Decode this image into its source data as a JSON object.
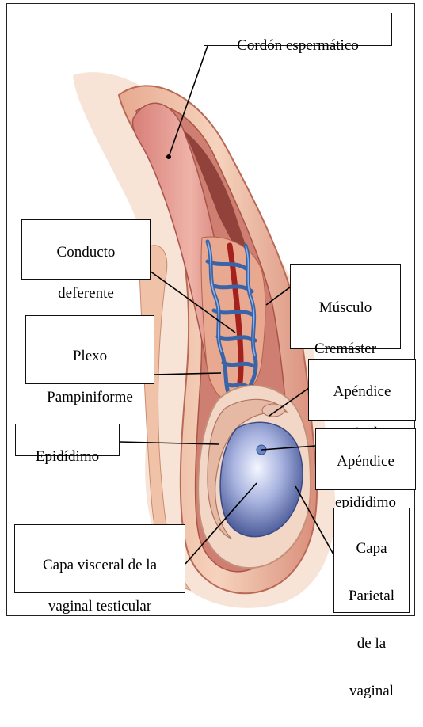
{
  "labels": {
    "cordon": "Cordón espermático",
    "conducto": [
      "Conducto",
      "deferente"
    ],
    "musculo": [
      "Músculo",
      "Cremáster"
    ],
    "plexo": [
      "Plexo",
      "Pampiniforme"
    ],
    "apendice_testicular": [
      "Apéndice",
      "testicular"
    ],
    "epididimo": "Epidídimo",
    "apendice_epididimo": [
      "Apéndice",
      "epidídimo"
    ],
    "capa_visceral": [
      "Capa visceral de la",
      "vaginal testicular"
    ],
    "capa_parietal": [
      "Capa",
      "Parietal",
      "de la",
      "vaginal"
    ]
  },
  "colors": {
    "label_border": "#111111",
    "leader_line": "#000000",
    "tissue_outer": "#e8b59a",
    "tissue_muscle": "#c9736a",
    "cord": "#d98a86",
    "vessels_blue": "#3d6fb0",
    "vessels_red": "#b0302c",
    "testis": "#7f90cc",
    "tunica": "#f1dccf"
  }
}
